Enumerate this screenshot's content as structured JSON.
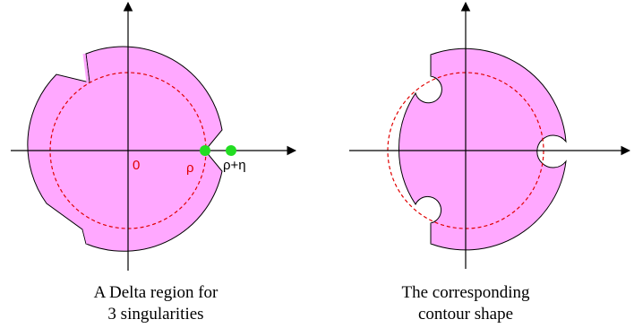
{
  "left_figure": {
    "caption_line1": "A Delta region for",
    "caption_line2": "3 singularities",
    "label_origin": "0",
    "label_rho": "ρ",
    "label_rho_eta": "ρ+η"
  },
  "right_figure": {
    "caption_line1": "The corresponding",
    "caption_line2": "contour shape"
  },
  "colors": {
    "region_fill": "#ffa8ff",
    "dashed_circle": "#e00000",
    "singular_points": "#22dd22",
    "axis": "#000000",
    "label_red": "#e00000"
  }
}
